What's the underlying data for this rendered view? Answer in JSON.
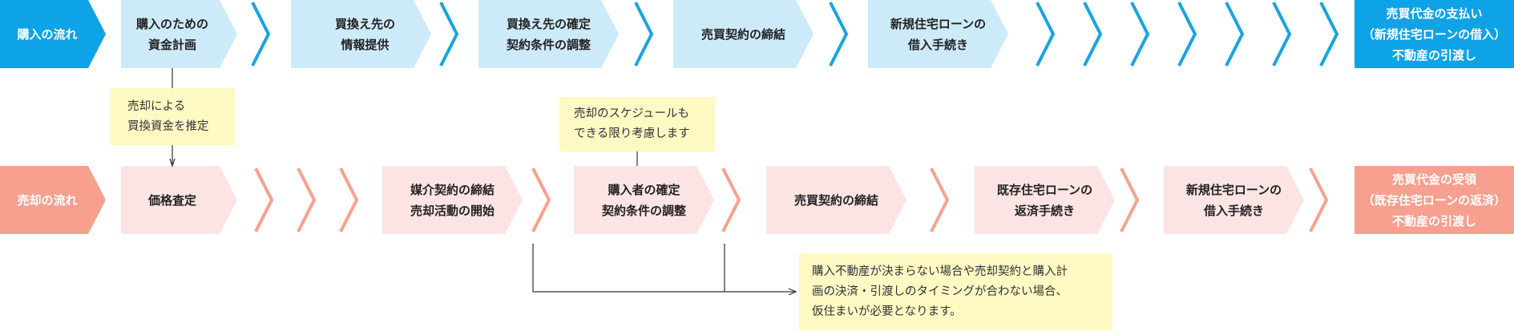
{
  "colors": {
    "buy_header": "#0ea3e6",
    "buy_step": "#cdeaf9",
    "buy_chevron": "#1aa3e3",
    "sell_header": "#f7a08f",
    "sell_step": "#fbe4e3",
    "sell_chevron": "#f6a28e",
    "note_bg": "#fff9c4",
    "connector": "#333333"
  },
  "purchase_flow": {
    "label": "購入の流れ",
    "steps": [
      "購入のための\n資金計画",
      "買換え先の\n情報提供",
      "買換え先の確定\n契約条件の調整",
      "売買契約の締結",
      "新規住宅ローンの\n借入手続き"
    ],
    "final": "売買代金の支払い\n（新規住宅ローンの借入）\n不動産の引渡し"
  },
  "sale_flow": {
    "label": "売却の流れ",
    "steps": [
      "価格査定",
      "媒介契約の締結\n売却活動の開始",
      "購入者の確定\n契約条件の調整",
      "売買契約の締結",
      "既存住宅ローンの\n返済手続き",
      "新規住宅ローンの\n借入手続き"
    ],
    "final": "売買代金の受領\n（既存住宅ローンの返済）\n不動産の引渡し"
  },
  "notes": {
    "estimate": "売却による\n買換資金を推定",
    "schedule": "売却のスケジュールも\nできる限り考慮します",
    "temporary": "購入不動産が決まらない場合や売却契約と購入計\n画の決済・引渡しのタイミングが合わない場合、\n仮住まいが必要となります。"
  }
}
